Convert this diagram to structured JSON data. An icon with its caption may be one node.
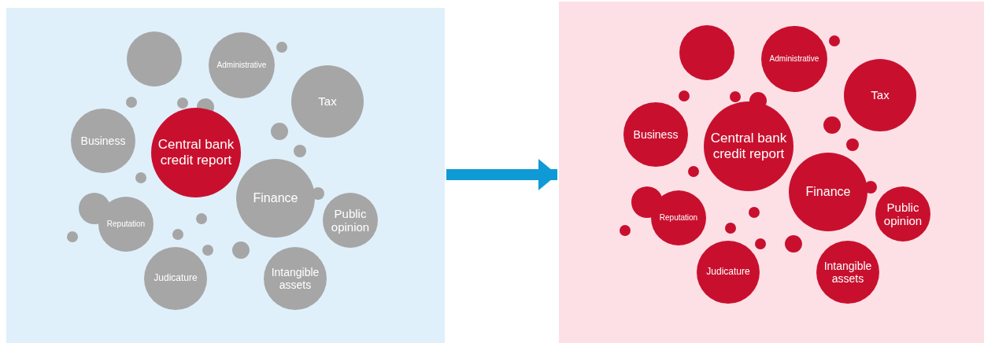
{
  "diagram": {
    "nodes": [
      {
        "text": [],
        "shape": "box"
      },
      {
        "text": [],
        "shape": "circle",
        "in": 0
      },
      {
        "text": [
          "Administrative"
        ],
        "in": 0
      },
      {
        "text": [],
        "shape": "circle",
        "in": 0
      },
      {
        "text": [
          "Tax"
        ],
        "in": 0
      },
      {
        "text": [],
        "shape": "circle",
        "in": 0
      },
      {
        "text": [],
        "shape": "circle",
        "in": 0
      },
      {
        "text": [],
        "shape": "circle",
        "in": 0
      },
      {
        "text": [
          "Central bank credit report"
        ],
        "in": 0
      },
      {
        "text": [
          "Business"
        ],
        "in": 0
      },
      {
        "text": [],
        "shape": "circle",
        "in": 0
      },
      {
        "text": [],
        "shape": "circle",
        "in": 0
      },
      {
        "text": [],
        "shape": "circle",
        "in": 0
      },
      {
        "text": [
          "Finance"
        ],
        "in": 0
      },
      {
        "text": [],
        "shape": "circle",
        "in": 0
      },
      {
        "text": [
          "Public opinion"
        ],
        "in": 0
      },
      {
        "text": [],
        "shape": "circle",
        "in": 0
      },
      {
        "text": [
          "Reputation"
        ],
        "in": 0
      },
      {
        "text": [],
        "shape": "circle",
        "in": 0
      },
      {
        "text": [],
        "shape": "circle",
        "in": 0
      },
      {
        "text": [],
        "shape": "circle",
        "in": 0
      },
      {
        "text": [],
        "shape": "circle",
        "in": 0
      },
      {
        "text": [],
        "shape": "circle",
        "in": 0
      },
      {
        "text": [
          "Judicature"
        ],
        "in": 0
      },
      {
        "text": [
          "Intangible assets"
        ],
        "in": 0
      },
      {
        "text": [],
        "shape": "box"
      },
      {
        "text": [],
        "shape": "circle",
        "in": 25
      },
      {
        "text": [
          "Administrative"
        ],
        "in": 25
      },
      {
        "text": [],
        "shape": "circle",
        "in": 25
      },
      {
        "text": [
          "Tax"
        ],
        "in": 25
      },
      {
        "text": [],
        "shape": "circle",
        "in": 25
      },
      {
        "text": [],
        "shape": "circle",
        "in": 25
      },
      {
        "text": [],
        "shape": "circle",
        "in": 25
      },
      {
        "text": [
          "Central bank credit report"
        ],
        "in": 25
      },
      {
        "text": [
          "Business"
        ],
        "in": 25
      },
      {
        "text": [],
        "shape": "circle",
        "in": 25
      },
      {
        "text": [],
        "shape": "circle",
        "in": 25
      },
      {
        "text": [],
        "shape": "circle",
        "in": 25
      },
      {
        "text": [
          "Finance"
        ],
        "in": 25
      },
      {
        "text": [],
        "shape": "circle",
        "in": 25
      },
      {
        "text": [
          "Public opinion"
        ],
        "in": 25
      },
      {
        "text": [],
        "shape": "circle",
        "in": 25
      },
      {
        "text": [
          "Reputation"
        ],
        "in": 25
      },
      {
        "text": [],
        "shape": "circle",
        "in": 25
      },
      {
        "text": [],
        "shape": "circle",
        "in": 25
      },
      {
        "text": [],
        "shape": "circle",
        "in": 25
      },
      {
        "text": [],
        "shape": "circle",
        "in": 25
      },
      {
        "text": [],
        "shape": "circle",
        "in": 25
      },
      {
        "text": [
          "Judicature"
        ],
        "in": 25
      },
      {
        "text": [
          "Intangible assets"
        ],
        "in": 25
      }
    ],
    "edges": [
      {
        "from": 0,
        "to": 25,
        "arrow": "to",
        "color": "#0f9ad6"
      }
    ]
  }
}
